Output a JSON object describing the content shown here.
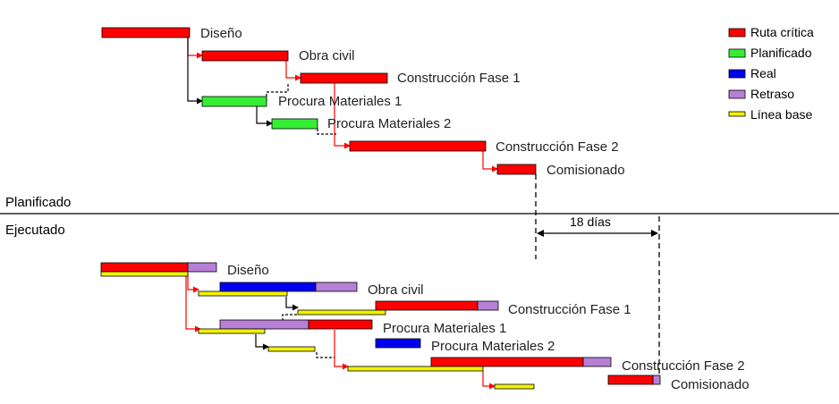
{
  "colors": {
    "critical": "#ff0000",
    "planned": "#33ee33",
    "actual": "#0000ee",
    "delay": "#b77fd6",
    "baseline": "#f2f200",
    "critical_link": "#ff0000",
    "normal_link": "#000000"
  },
  "legend": {
    "critical": "Ruta crítica",
    "planned": "Planificado",
    "actual": "Real",
    "delay": "Retraso",
    "baseline": "Línea base"
  },
  "sections": {
    "planned": "Planificado",
    "executed": "Ejecutado"
  },
  "delay": {
    "label": "18 días"
  },
  "planned_tasks": {
    "diseno": "Diseño",
    "obra_civil": "Obra civil",
    "construccion_1": "Construcción Fase 1",
    "procura_1": "Procura Materiales 1",
    "procura_2": "Procura Materiales 2",
    "construccion_2": "Construcción Fase 2",
    "comisionado": "Comisionado"
  },
  "executed_tasks": {
    "diseno": "Diseño",
    "obra_civil": "Obra civil",
    "construccion_1": "Construcción Fase 1",
    "procura_1": "Procura Materiales 1",
    "procura_2": "Procura Materiales 2",
    "construccion_2": "Construcción Fase 2",
    "comisionado": "Comisionado"
  }
}
